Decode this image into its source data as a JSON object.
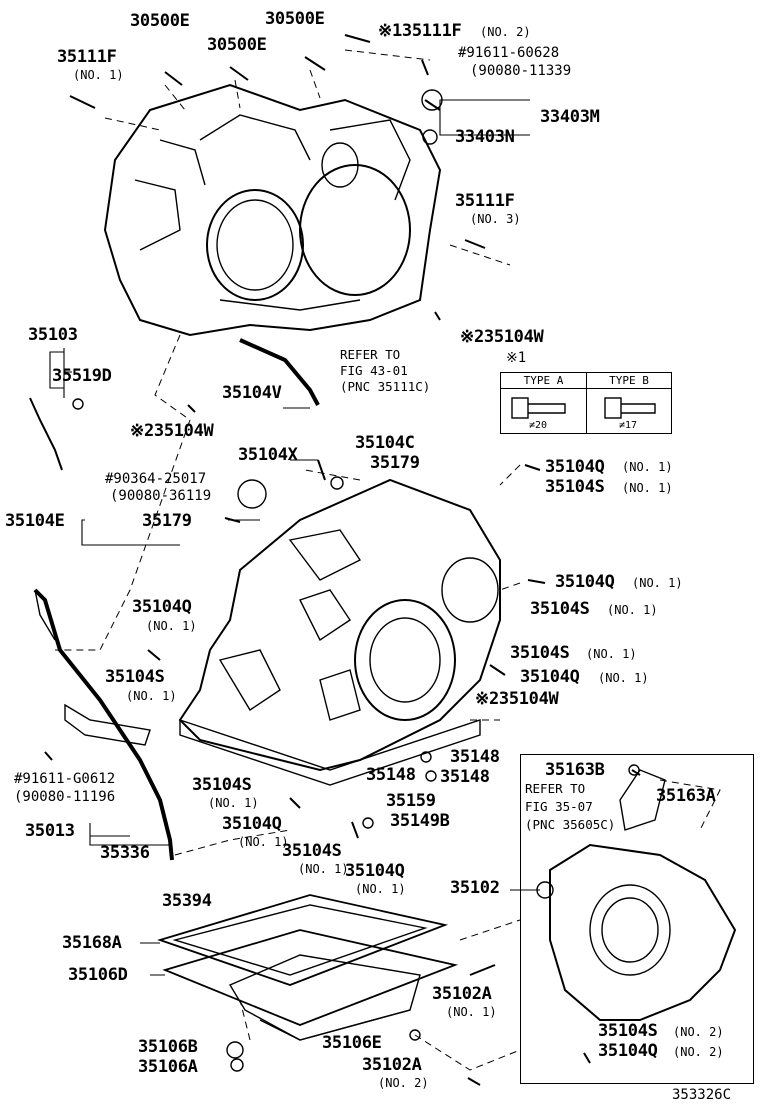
{
  "labels": {
    "p30500e_1": "30500E",
    "p30500e_2": "30500E",
    "p30500e_3": "30500E",
    "p35111f_top": "35111F",
    "p35111f_top_note": "(NO. 1)",
    "p135111f": "※135111F",
    "p135111f_note": "(NO. 2)",
    "p91611_60628": "#91611-60628",
    "p90080_11339": "(90080-11339",
    "p33403m": "33403M",
    "p33403n": "33403N",
    "p35111f_mid": "35111F",
    "p35111f_mid_note": "(NO. 3)",
    "p35104w_1": "※235104W",
    "p35103": "35103",
    "p35519d": "35519D",
    "p35104v": "35104V",
    "p35104w_2": "※235104W",
    "p35104x": "35104X",
    "p35104c": "35104C",
    "p35179_a": "35179",
    "p35104q_a": "35104Q",
    "p35104q_a_note": "(NO. 1)",
    "p35104s_a": "35104S",
    "p35104s_a_note": "(NO. 1)",
    "p90364": "#90364-25017",
    "p90080_36119": "(90080-36119",
    "p35104e": "35104E",
    "p35179_b": "35179",
    "p35104q_b": "35104Q",
    "p35104q_b_note": "(NO. 1)",
    "p35104s_b": "35104S",
    "p35104s_b_note": "(NO. 1)",
    "p35104q_c": "35104Q",
    "p35104q_c_note": "(NO. 1)",
    "p35104s_c": "35104S",
    "p35104s_c_note": "(NO. 1)",
    "p35104s_d": "35104S",
    "p35104s_d_note": "(NO. 1)",
    "p35104q_d": "35104Q",
    "p35104q_d_note": "(NO. 1)",
    "p35104w_3": "※235104W",
    "p91611_g0612": "#91611-G0612",
    "p90080_11196": "(90080-11196",
    "p35148_a": "35148",
    "p35148_b": "35148",
    "p35148_c": "35148",
    "p35104s_e": "35104S",
    "p35104s_e_note": "(NO. 1)",
    "p35159": "35159",
    "p35149b": "35149B",
    "p35104q_e": "35104Q",
    "p35104q_e_note": "(NO. 1)",
    "p35104s_f": "35104S",
    "p35104s_f_note": "(NO. 1)",
    "p35104q_f": "35104Q",
    "p35104q_f_note": "(NO. 1)",
    "p35013": "35013",
    "p35336": "35336",
    "p35163b": "35163B",
    "p35163a": "35163A",
    "p35102": "35102",
    "p35394": "35394",
    "p35168a": "35168A",
    "p35106d": "35106D",
    "p35102a_1": "35102A",
    "p35102a_1_note": "(NO. 1)",
    "p35104s_g": "35104S",
    "p35104s_g_note": "(NO. 2)",
    "p35104q_g": "35104Q",
    "p35104q_g_note": "(NO. 2)",
    "p35106b": "35106B",
    "p35106a": "35106A",
    "p35106e": "35106E",
    "p35102a_2": "35102A",
    "p35102a_2_note": "(NO. 2)",
    "diagram_id": "353326C"
  },
  "refs": {
    "refer1_l1": "REFER TO",
    "refer1_l2": "FIG 43-01",
    "refer1_l3": "(PNC 35111C)",
    "refer2_l1": "REFER TO",
    "refer2_l2": "FIG 35-07",
    "refer2_l3": "(PNC 35605C)"
  },
  "type_table": {
    "note_mark": "※1",
    "type_a": "TYPE A",
    "type_b": "TYPE B",
    "dim_a": "≠20",
    "dim_b": "≠17"
  }
}
